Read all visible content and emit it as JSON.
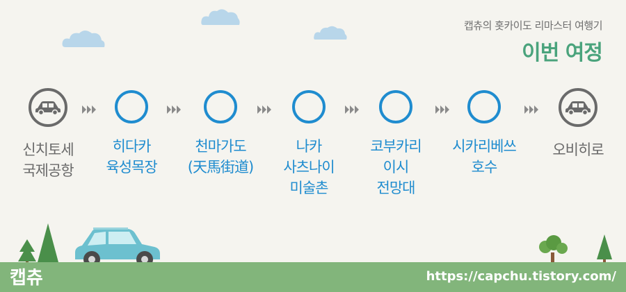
{
  "header": {
    "subtitle": "캡츄의 홋카이도 리마스터 여행기",
    "title": "이번 여정"
  },
  "route": {
    "start": {
      "lines": [
        "신치토세",
        "국제공항"
      ],
      "icon": "car-icon"
    },
    "stops": [
      {
        "lines": [
          "히다카",
          "육성목장"
        ]
      },
      {
        "lines": [
          "천마가도",
          "(天馬街道)"
        ]
      },
      {
        "lines": [
          "나카",
          "사츠나이",
          "미술촌"
        ]
      },
      {
        "lines": [
          "코부카리",
          "이시",
          "전망대"
        ]
      },
      {
        "lines": [
          "시카리베쓰",
          "호수"
        ]
      }
    ],
    "end": {
      "lines": [
        "오비히로"
      ],
      "icon": "car-icon"
    }
  },
  "footer": {
    "brand": "캡츄",
    "url": "https://capchu.tistory.com/"
  },
  "colors": {
    "accent_blue": "#1f8ccf",
    "accent_green": "#4aa37c",
    "car_ring": "#6a6a6a",
    "ground": "#82b57b",
    "background": "#f5f4ef"
  }
}
